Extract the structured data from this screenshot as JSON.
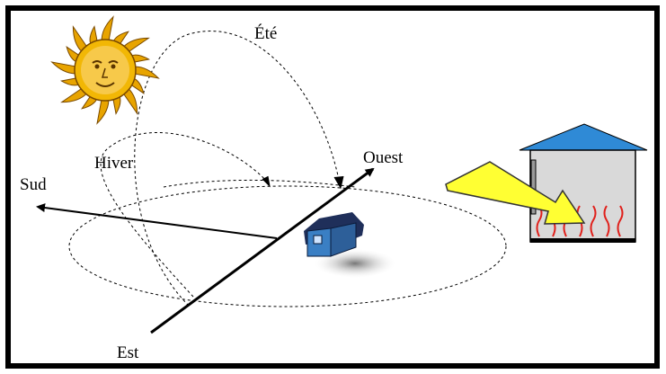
{
  "labels": {
    "summer": "Été",
    "winter": "Hiver",
    "south": "Sud",
    "west": "Ouest",
    "east": "Est"
  },
  "icons": [
    "sun-icon",
    "house-icon",
    "heated-house-icon",
    "sun-ray-arrow-icon"
  ],
  "colors": {
    "frame": "#000000",
    "sun": "#f2b705",
    "sun_face": "#f7c94a",
    "roof_blue": "#2f8ad6",
    "wall_grey": "#d9d9d9",
    "heat_red": "#e0201b",
    "ray_yellow": "#ffff33",
    "house_wall": "#3a7fc4",
    "house_roof": "#1f2f5a"
  }
}
